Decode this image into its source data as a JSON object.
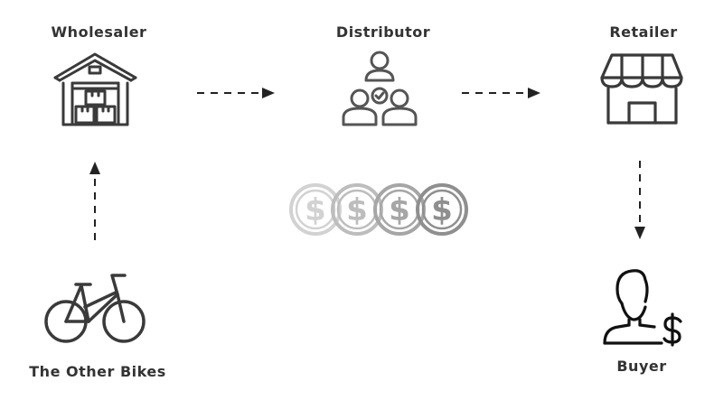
{
  "nodes": {
    "wholesaler": {
      "label": "Wholesaler",
      "icon": "warehouse-icon"
    },
    "distributor": {
      "label": "Distributor",
      "icon": "team-icon"
    },
    "retailer": {
      "label": "Retailer",
      "icon": "storefront-icon"
    },
    "source": {
      "label": "The Other Bikes",
      "icon": "bicycle-icon"
    },
    "buyer": {
      "label": "Buyer",
      "icon": "buyer-icon"
    }
  },
  "money": {
    "icon": "dollar-coin-icon",
    "coin_symbol": "$",
    "coin_colors": [
      "#d2d2d2",
      "#bdbdbd",
      "#a6a6a6",
      "#8f8f8f"
    ]
  },
  "colors": {
    "label": "#333333",
    "icon": "#3a3a3a",
    "distributor_icon": "#555555",
    "arrow": "#222222"
  }
}
